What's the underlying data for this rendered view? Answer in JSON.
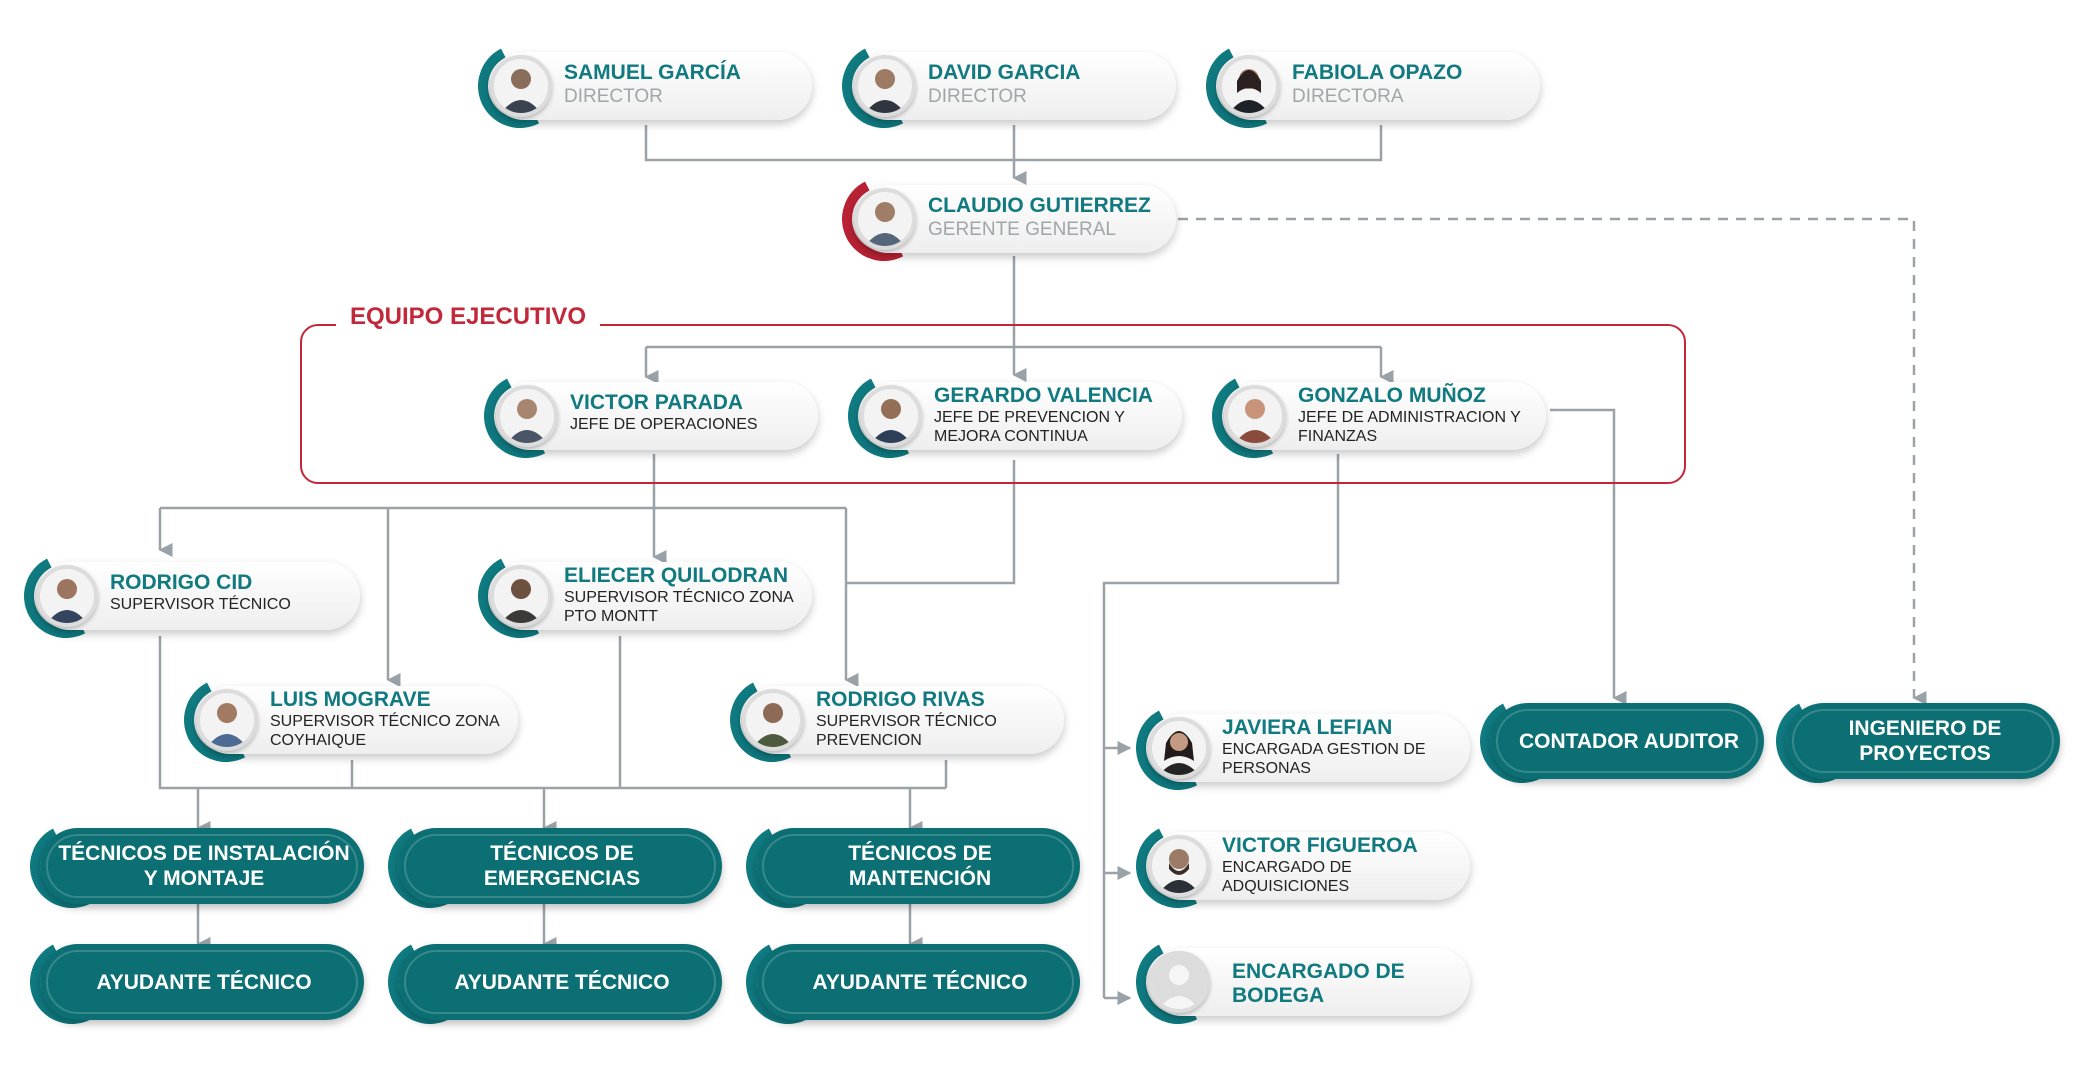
{
  "colors": {
    "teal": "#0f7a80",
    "box": "#0c6f73",
    "red": "#c3283a",
    "line": "#9aa2a8",
    "role": "#9fa6a7"
  },
  "exec_team_label": "EQUIPO EJECUTIVO",
  "people": {
    "samuel": {
      "name": "SAMUEL GARCÍA",
      "role": "DIRECTOR"
    },
    "david": {
      "name": "DAVID GARCIA",
      "role": "DIRECTOR"
    },
    "fabiola": {
      "name": "FABIOLA OPAZO",
      "role": "DIRECTORA"
    },
    "claudio": {
      "name": "CLAUDIO GUTIERREZ",
      "role": "GERENTE GENERAL"
    },
    "victor_p": {
      "name": "VICTOR PARADA",
      "role": "JEFE DE OPERACIONES"
    },
    "gerardo": {
      "name": "GERARDO VALENCIA",
      "role": "JEFE DE PREVENCION Y MEJORA CONTINUA"
    },
    "gonzalo": {
      "name": "GONZALO MUÑOZ",
      "role": "JEFE DE ADMINISTRACION Y FINANZAS"
    },
    "rodrigo_c": {
      "name": "RODRIGO CID",
      "role": "SUPERVISOR TÉCNICO"
    },
    "eliecer": {
      "name": "ELIECER QUILODRAN",
      "role": "SUPERVISOR TÉCNICO ZONA PTO MONTT"
    },
    "luis": {
      "name": "LUIS MOGRAVE",
      "role": "SUPERVISOR TÉCNICO ZONA COYHAIQUE"
    },
    "rodrigo_r": {
      "name": "RODRIGO RIVAS",
      "role": "SUPERVISOR TÉCNICO PREVENCION"
    },
    "javiera": {
      "name": "JAVIERA LEFIAN",
      "role": "ENCARGADA GESTION DE PERSONAS"
    },
    "victor_f": {
      "name": "VICTOR FIGUEROA",
      "role": "ENCARGADO DE ADQUISICIONES"
    },
    "bodega": {
      "name": "ENCARGADO DE BODEGA"
    }
  },
  "boxes": {
    "contador": "CONTADOR AUDITOR",
    "ingeniero": "INGENIERO DE PROYECTOS",
    "tec_inst": "TÉCNICOS DE INSTALACIÓN Y MONTAJE",
    "tec_emer": "TÉCNICOS DE EMERGENCIAS",
    "tec_mant": "TÉCNICOS DE MANTENCIÓN",
    "ayud_1": "AYUDANTE TÉCNICO",
    "ayud_2": "AYUDANTE TÉCNICO",
    "ayud_3": "AYUDANTE TÉCNICO"
  }
}
